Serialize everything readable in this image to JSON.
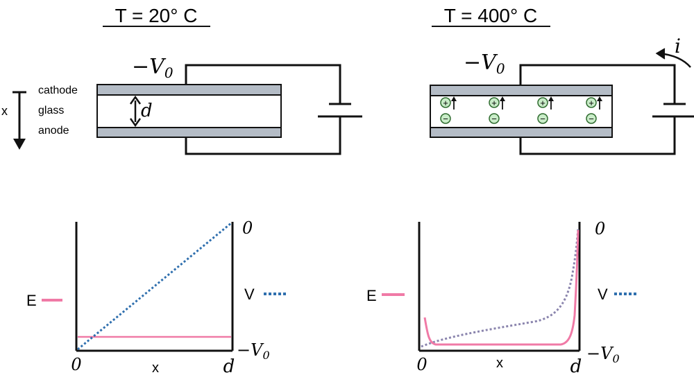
{
  "left_panel": {
    "title": "T = 20° C",
    "voltage_label": "−V",
    "voltage_sub": "0",
    "layer_cathode": "cathode",
    "layer_glass": "glass",
    "layer_anode": "anode",
    "axis_letter": "x",
    "gap_label": "d",
    "plot": {
      "e_legend": "E",
      "v_legend": "V",
      "y_top_label": "0",
      "y_bottom_label": "−V",
      "y_bottom_sub": "0",
      "x_origin_label": "0",
      "x_label": "x",
      "x_end_label": "d"
    }
  },
  "right_panel": {
    "title": "T = 400° C",
    "voltage_label": "−V",
    "voltage_sub": "0",
    "current_label": "i",
    "plus_symbol": "+",
    "minus_symbol": "−",
    "plot": {
      "e_legend": "E",
      "v_legend": "V",
      "y_top_label": "0",
      "y_bottom_label": "−V",
      "y_bottom_sub": "0",
      "x_origin_label": "0",
      "x_label": "x",
      "x_end_label": "d"
    }
  },
  "colors": {
    "plate_fill": "#b4bcc6",
    "wire": "#111111",
    "e_field": "#f07aa6",
    "v_left": "#2f6fae",
    "v_right": "#8a84ad",
    "ion_fill": "#c9ecc8",
    "ion_stroke": "#2e6b2e"
  },
  "ion_columns": 4
}
